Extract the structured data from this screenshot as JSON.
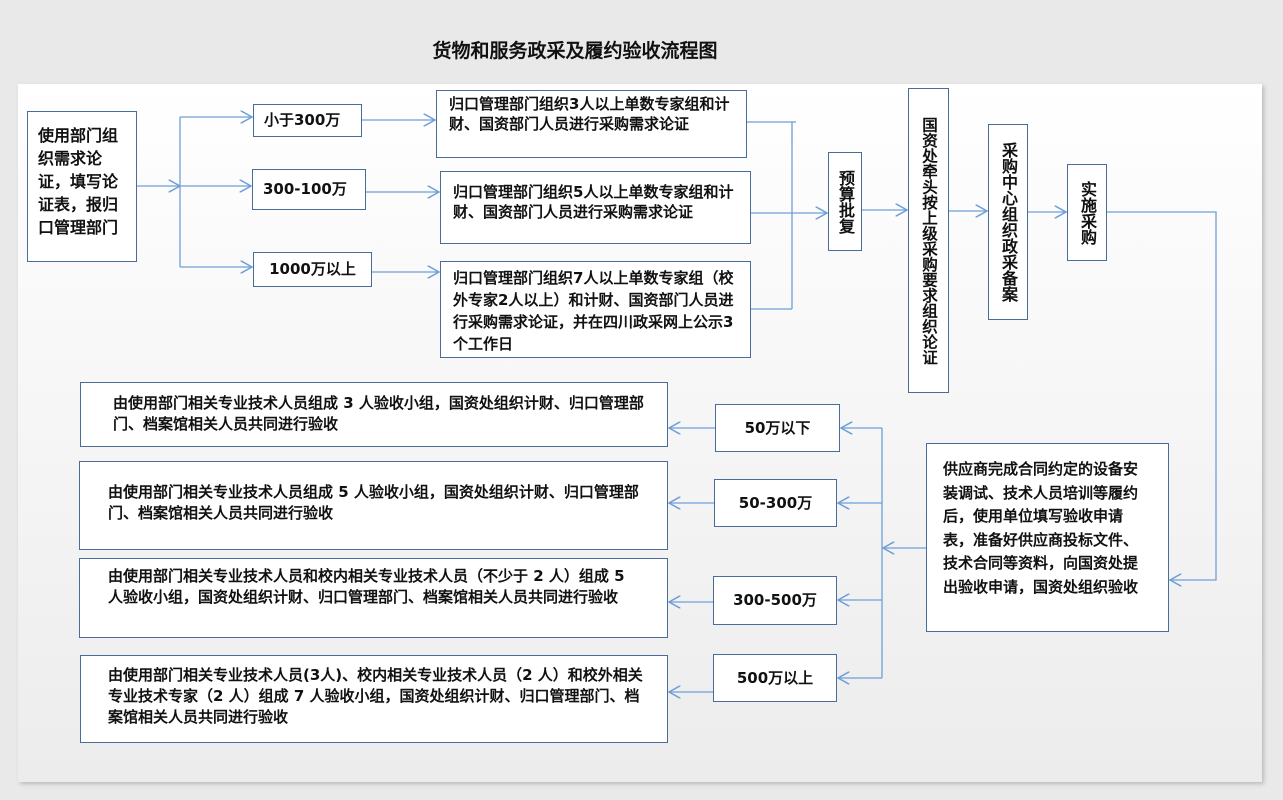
{
  "title": "货物和服务政采及履约验收流程图",
  "start": "使用部门组织需求论证，填写论证表，报归口管理部门",
  "tiers": [
    "小于300万",
    "300-100万",
    "1000万以上"
  ],
  "reviews": [
    "归口管理部门组织3人以上单数专家组和计财、国资部门人员进行采购需求论证",
    "归口管理部门组织5人以上单数专家组和计财、国资部门人员进行采购需求论证",
    "归口管理部门组织7人以上单数专家组（校外专家2人以上）和计财、国资部门人员进行采购需求论证，并在四川政采网上公示3个工作日"
  ],
  "steps": [
    "预算批复",
    "国资处牵头按上级采购要求组织论证",
    "采购中心组织政采备案",
    "实施采购"
  ],
  "supplier": "供应商完成合同约定的设备安装调试、技术人员培训等履约后，使用单位填写验收申请表，准备好供应商投标文件、技术合同等资料，向国资处提出验收申请，国资处组织验收",
  "acceptance_tiers": [
    "50万以下",
    "50-300万",
    "300-500万",
    "500万以上"
  ],
  "acceptance": [
    "由使用部门相关专业技术人员组成 3 人验收小组，国资处组织计财、归口管理部门、档案馆相关人员共同进行验收",
    "由使用部门相关专业技术人员组成 5 人验收小组，国资处组织计财、归口管理部门、档案馆相关人员共同进行验收",
    "由使用部门相关专业技术人员和校内相关专业技术人员（不少于 2 人）组成 5 人验收小组，国资处组织计财、归口管理部门、档案馆相关人员共同进行验收",
    "由使用部门相关专业技术人员(3人)、校内相关专业技术人员（2 人）和校外相关专业技术专家（2 人）组成 7 人验收小组，国资处组织计财、归口管理部门、档案馆相关人员共同进行验收"
  ],
  "colors": {
    "line": "#6f9fd8",
    "border": "#4a6c9b"
  }
}
